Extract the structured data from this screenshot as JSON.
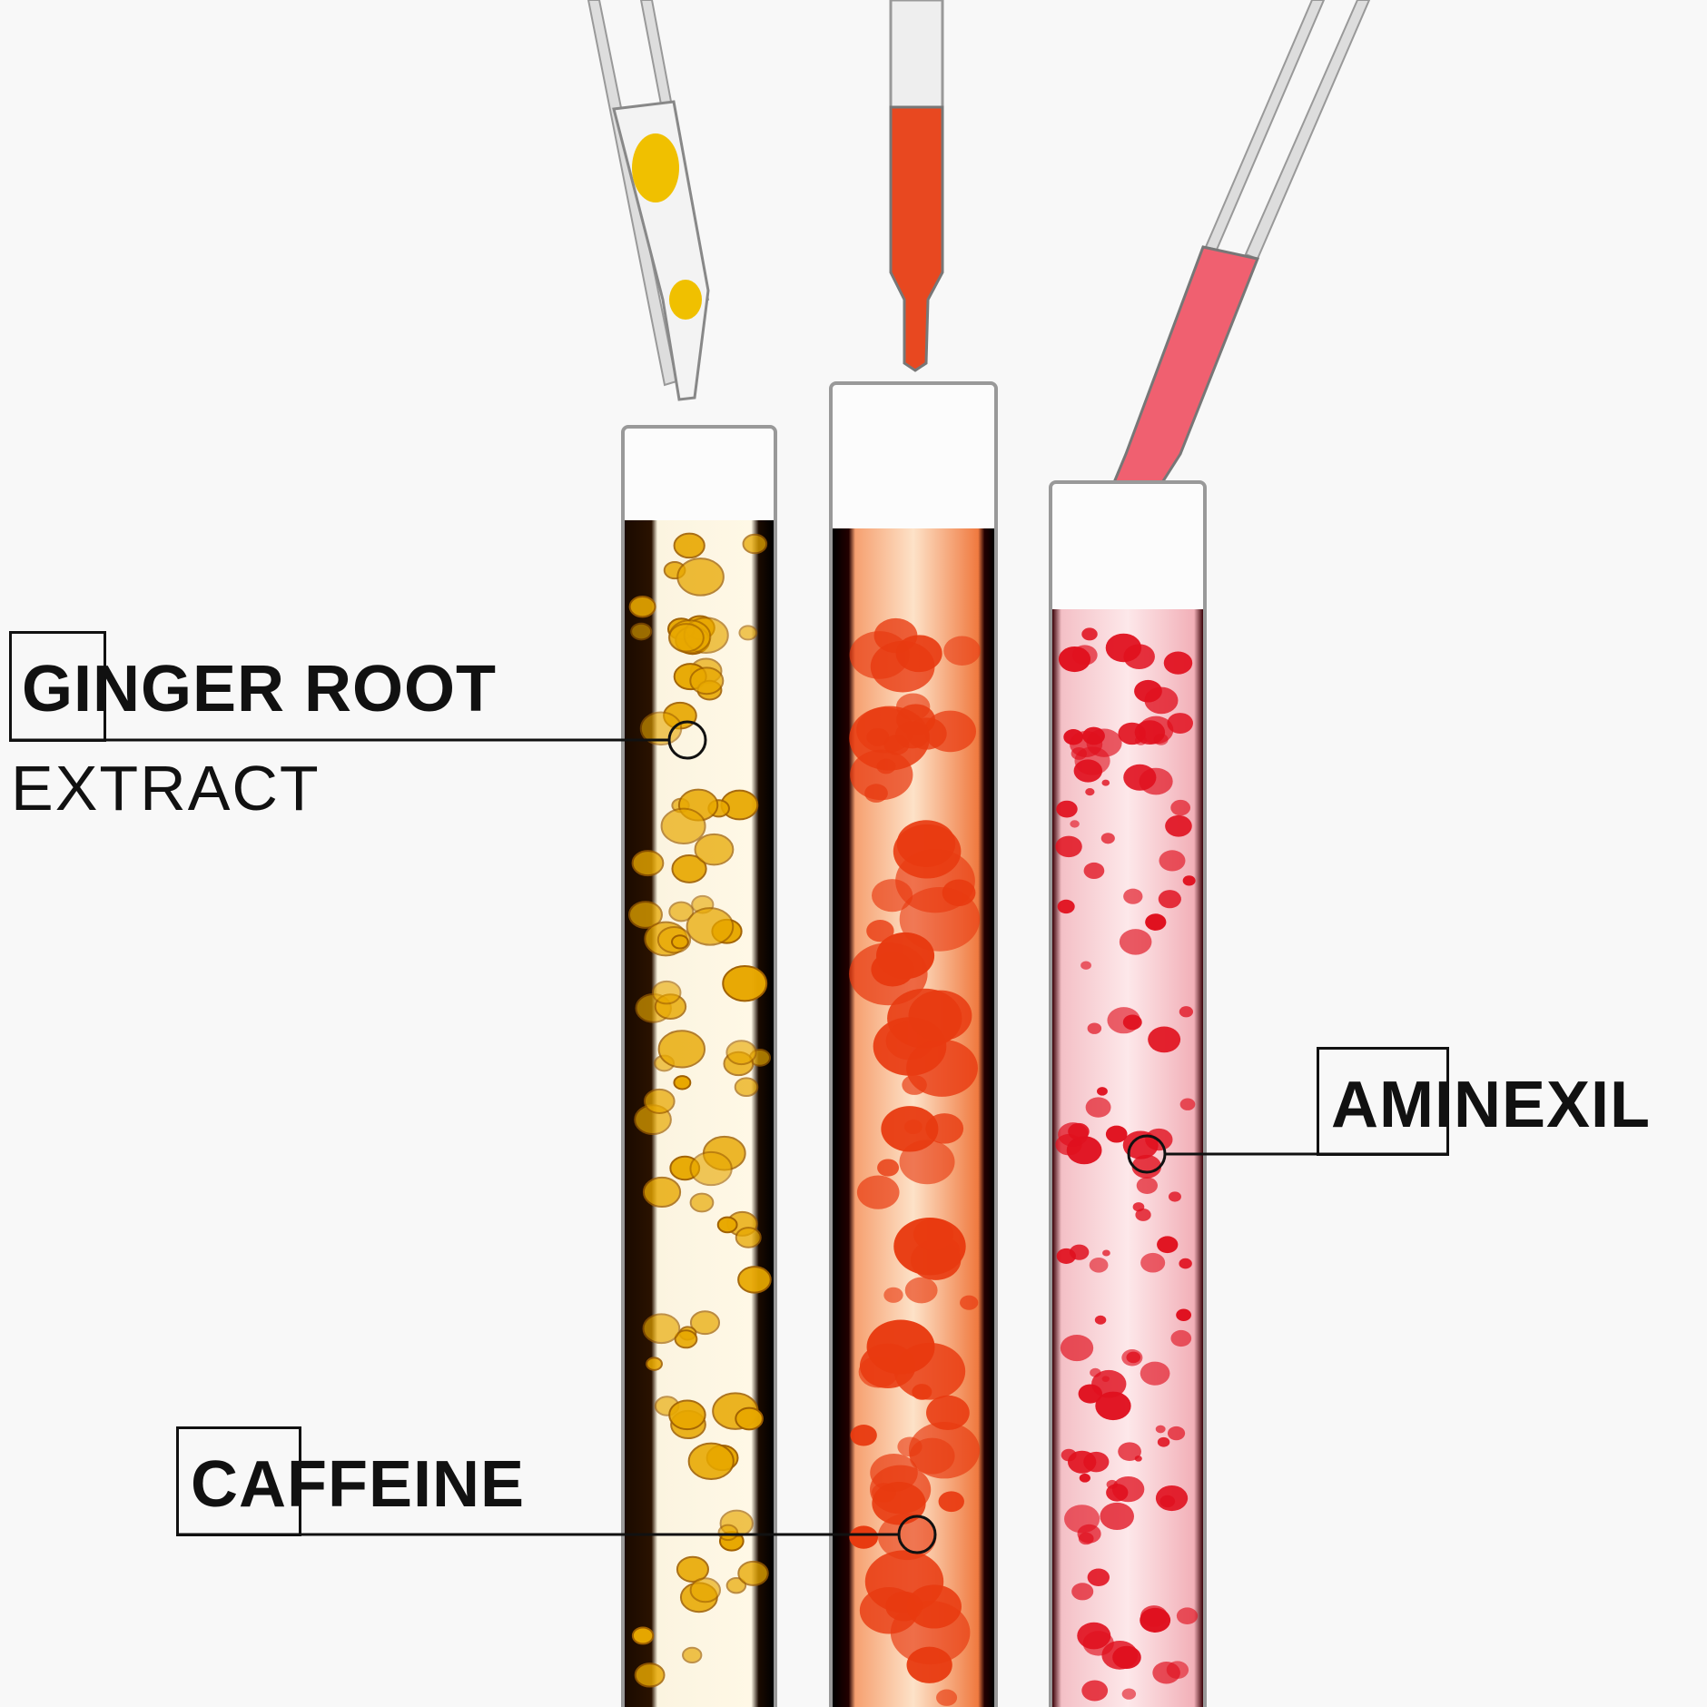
{
  "labels": {
    "ginger": {
      "title": "GINGER ROOT",
      "subtitle": "EXTRACT"
    },
    "caffeine": {
      "title": "CAFFEINE"
    },
    "aminexil": {
      "title": "AMINEXIL"
    }
  },
  "colors": {
    "background": "#f8f8f8",
    "ginger_liquid": "#e8a800",
    "caffeine_liquid": "#e83a10",
    "aminexil_liquid": "#e0101e",
    "ink": "#111111"
  }
}
